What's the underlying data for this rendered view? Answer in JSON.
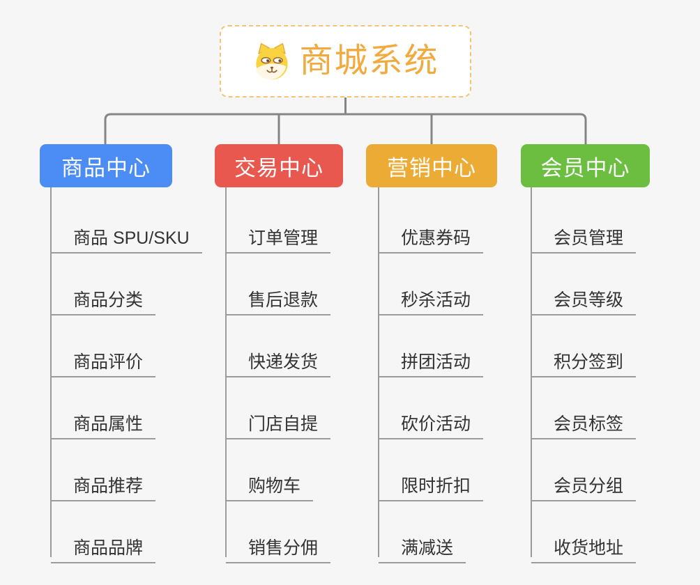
{
  "root": {
    "title": "商城系统",
    "icon": "shiba-dog-icon"
  },
  "branches": [
    {
      "label": "商品中心",
      "color": "#4B8CF5",
      "items": [
        "商品 SPU/SKU",
        "商品分类",
        "商品评价",
        "商品属性",
        "商品推荐",
        "商品品牌"
      ]
    },
    {
      "label": "交易中心",
      "color": "#E8584F",
      "items": [
        "订单管理",
        "售后退款",
        "快递发货",
        "门店自提",
        "购物车",
        "销售分佣"
      ]
    },
    {
      "label": "营销中心",
      "color": "#EBAB34",
      "items": [
        "优惠券码",
        "秒杀活动",
        "拼团活动",
        "砍价活动",
        "限时折扣",
        "满减送"
      ]
    },
    {
      "label": "会员中心",
      "color": "#6CBE41",
      "items": [
        "会员管理",
        "会员等级",
        "积分签到",
        "会员标签",
        "会员分组",
        "收货地址"
      ]
    }
  ],
  "colors": {
    "background": "#F5F6F5",
    "root_border": "#F6C376",
    "root_title": "#F2A93D",
    "connector": "#858585",
    "leaf_line": "#9B9B9B",
    "leaf_text": "#333333",
    "dog_yellow": "#F9D342",
    "dog_cream": "#FEF7E6",
    "dog_brown": "#8A5A2A"
  }
}
